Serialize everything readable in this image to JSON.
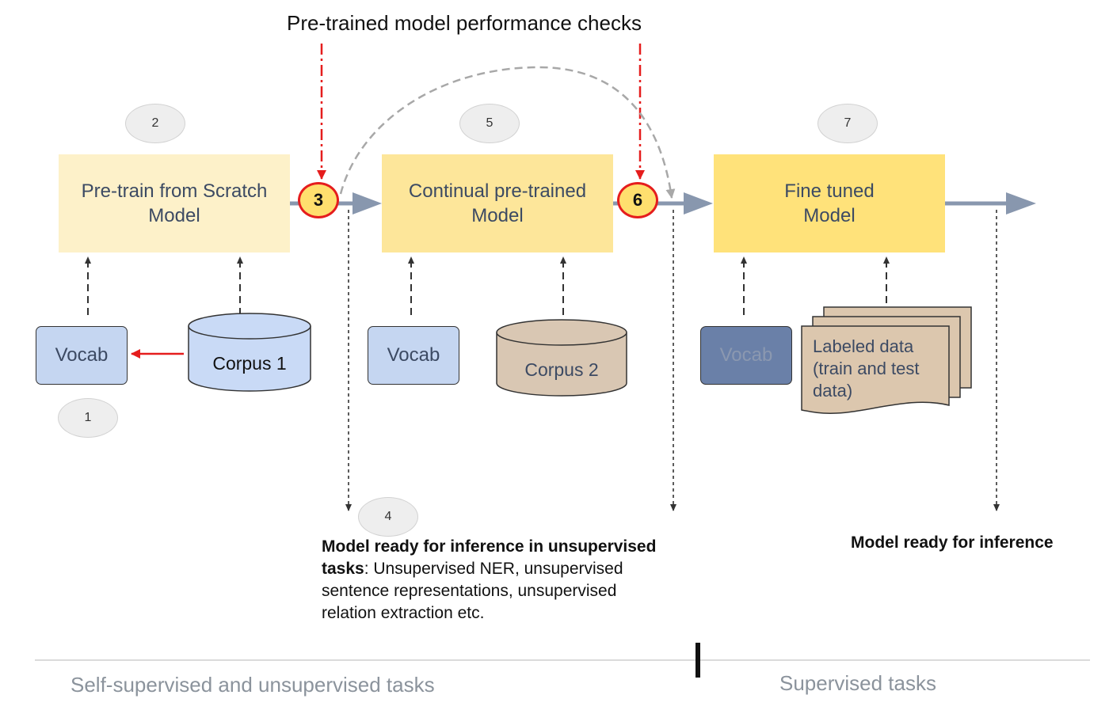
{
  "title": "Pre-trained model performance checks",
  "stages": [
    {
      "id": "2",
      "label_l1": "Pre-train from Scratch",
      "label_l2": "Model"
    },
    {
      "id": "5",
      "label_l1": "Continual pre-trained",
      "label_l2": "Model"
    },
    {
      "id": "7",
      "label_l1": "Fine tuned",
      "label_l2": "Model"
    }
  ],
  "step_ellipses": [
    "1",
    "2",
    "4",
    "5",
    "7"
  ],
  "checkpoints": [
    "3",
    "6"
  ],
  "inputs": {
    "vocab_1": "Vocab",
    "corpus_1": "Corpus 1",
    "vocab_2": "Vocab",
    "corpus_2": "Corpus 2",
    "vocab_3": "Vocab",
    "labeled_l1": "Labeled data",
    "labeled_l2": "(train and test",
    "labeled_l3": "data)"
  },
  "outputs": {
    "unsup_bold_l1": "Model ready for inference in unsupervised",
    "unsup_bold_l2": "tasks",
    "unsup_rest_l2": ": Unsupervised NER, unsupervised",
    "unsup_l3": "sentence representations, unsupervised",
    "unsup_l4": "relation extraction etc.",
    "final": "Model ready for inference"
  },
  "sections": {
    "left": "Self-supervised and unsupervised tasks",
    "right": "Supervised tasks"
  },
  "colors": {
    "stage_light": "#fdf1c9",
    "stage_yellow": "#fde69a",
    "stage_fine": "#ffe27a",
    "vocab_blue": "#c5d6f1",
    "vocab_dark": "#6a80a8",
    "corpus_blue": "#c9daf6",
    "corpus_tan": "#d9c7b3",
    "labeled_tan": "#dcc7ae",
    "check_red": "#e51d1d",
    "flow_arrow": "#8897ae"
  }
}
